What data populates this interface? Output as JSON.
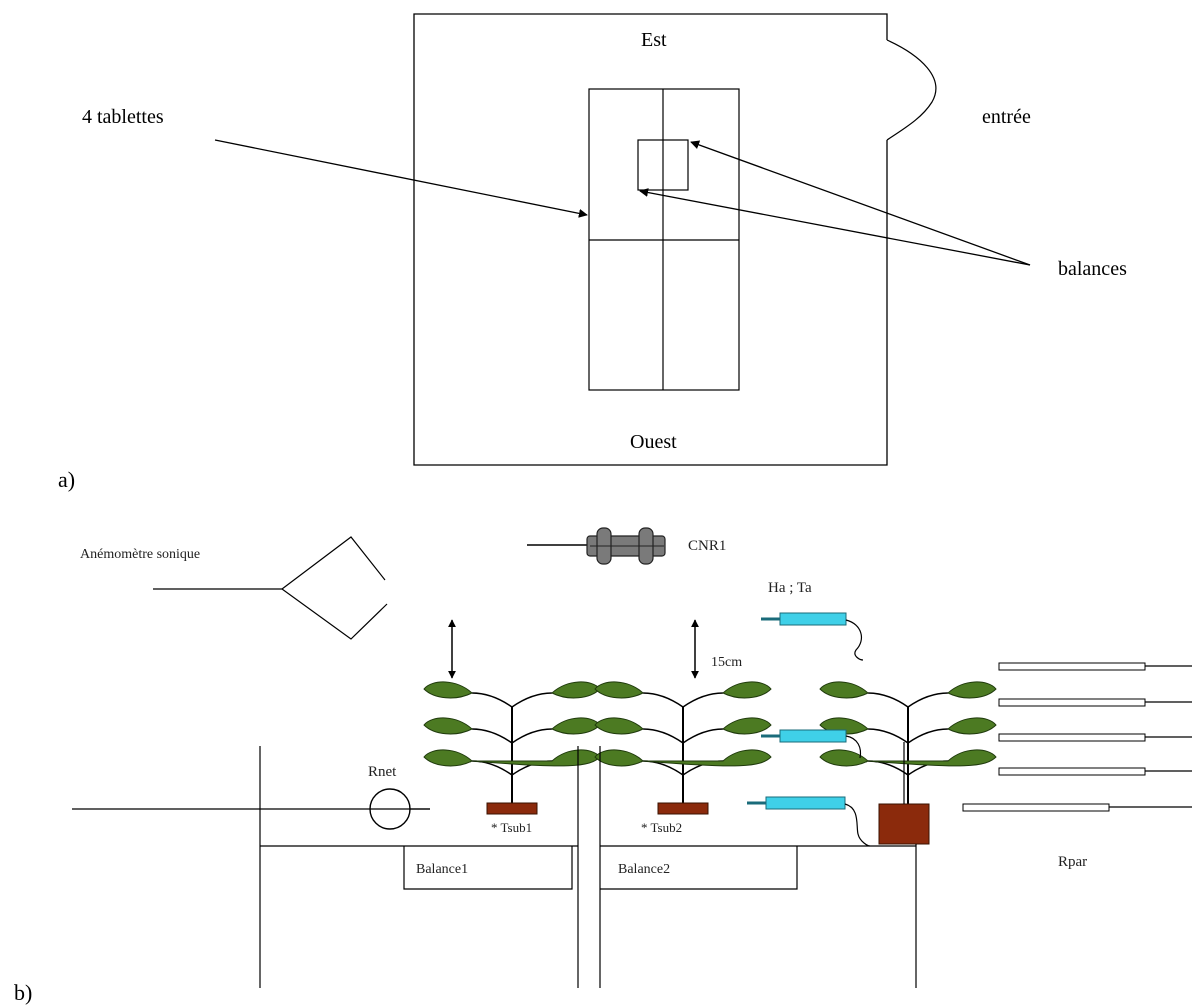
{
  "panel_a": {
    "label": "a)",
    "north_label": "Est",
    "south_label": "Ouest",
    "entrance_label": "entrée",
    "tablets_label": "4 tablettes",
    "scales_label": "balances"
  },
  "panel_b": {
    "label": "b)",
    "sonic_anemometer_label": "Anémomètre sonique",
    "cnr1_label": "CNR1",
    "ha_ta_label": "Ha ; Ta",
    "distance_label": "15cm",
    "rnet_label": "Rnet",
    "tsub1_label": "* Tsub1",
    "tsub2_label": "* Tsub2",
    "balance1_label": "Balance1",
    "balance2_label": "Balance2",
    "rpar_label": "Rpar"
  },
  "colors": {
    "leaf": "#4c7a22",
    "leaf_edge": "#1f3a0c",
    "pot": "#8b2a0c",
    "probe": "#3fd0e8",
    "sensor_body": "#7a7a7a"
  }
}
